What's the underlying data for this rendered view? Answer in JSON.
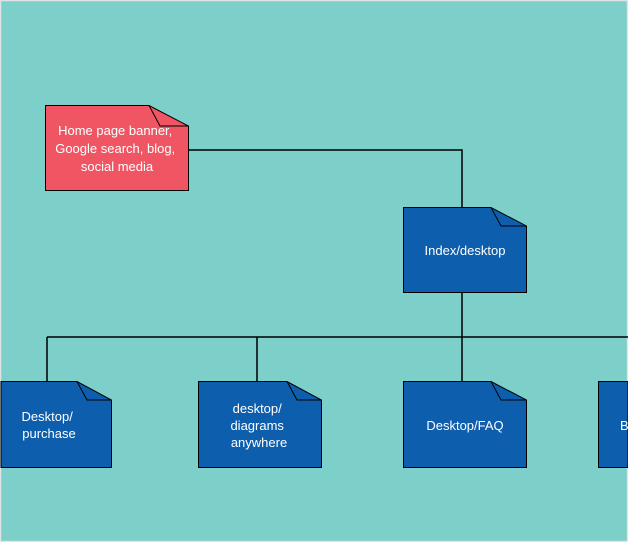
{
  "colors": {
    "background": "#7dcfca",
    "border": "#dde5e4",
    "source_fill": "#f05563",
    "page_fill": "#0e5eae",
    "connector": "#000000"
  },
  "nodes": {
    "source": {
      "lines": [
        "Home page banner,",
        "Google search, blog,",
        "social media"
      ]
    },
    "index": {
      "lines": [
        "Index/desktop"
      ]
    },
    "purchase": {
      "lines": [
        "Desktop/",
        "purchase"
      ]
    },
    "diagrams": {
      "lines": [
        "desktop/",
        "diagrams",
        "anywhere"
      ]
    },
    "faq": {
      "lines": [
        "Desktop/FAQ"
      ]
    },
    "cutoff": {
      "lines": [
        "B"
      ]
    }
  }
}
